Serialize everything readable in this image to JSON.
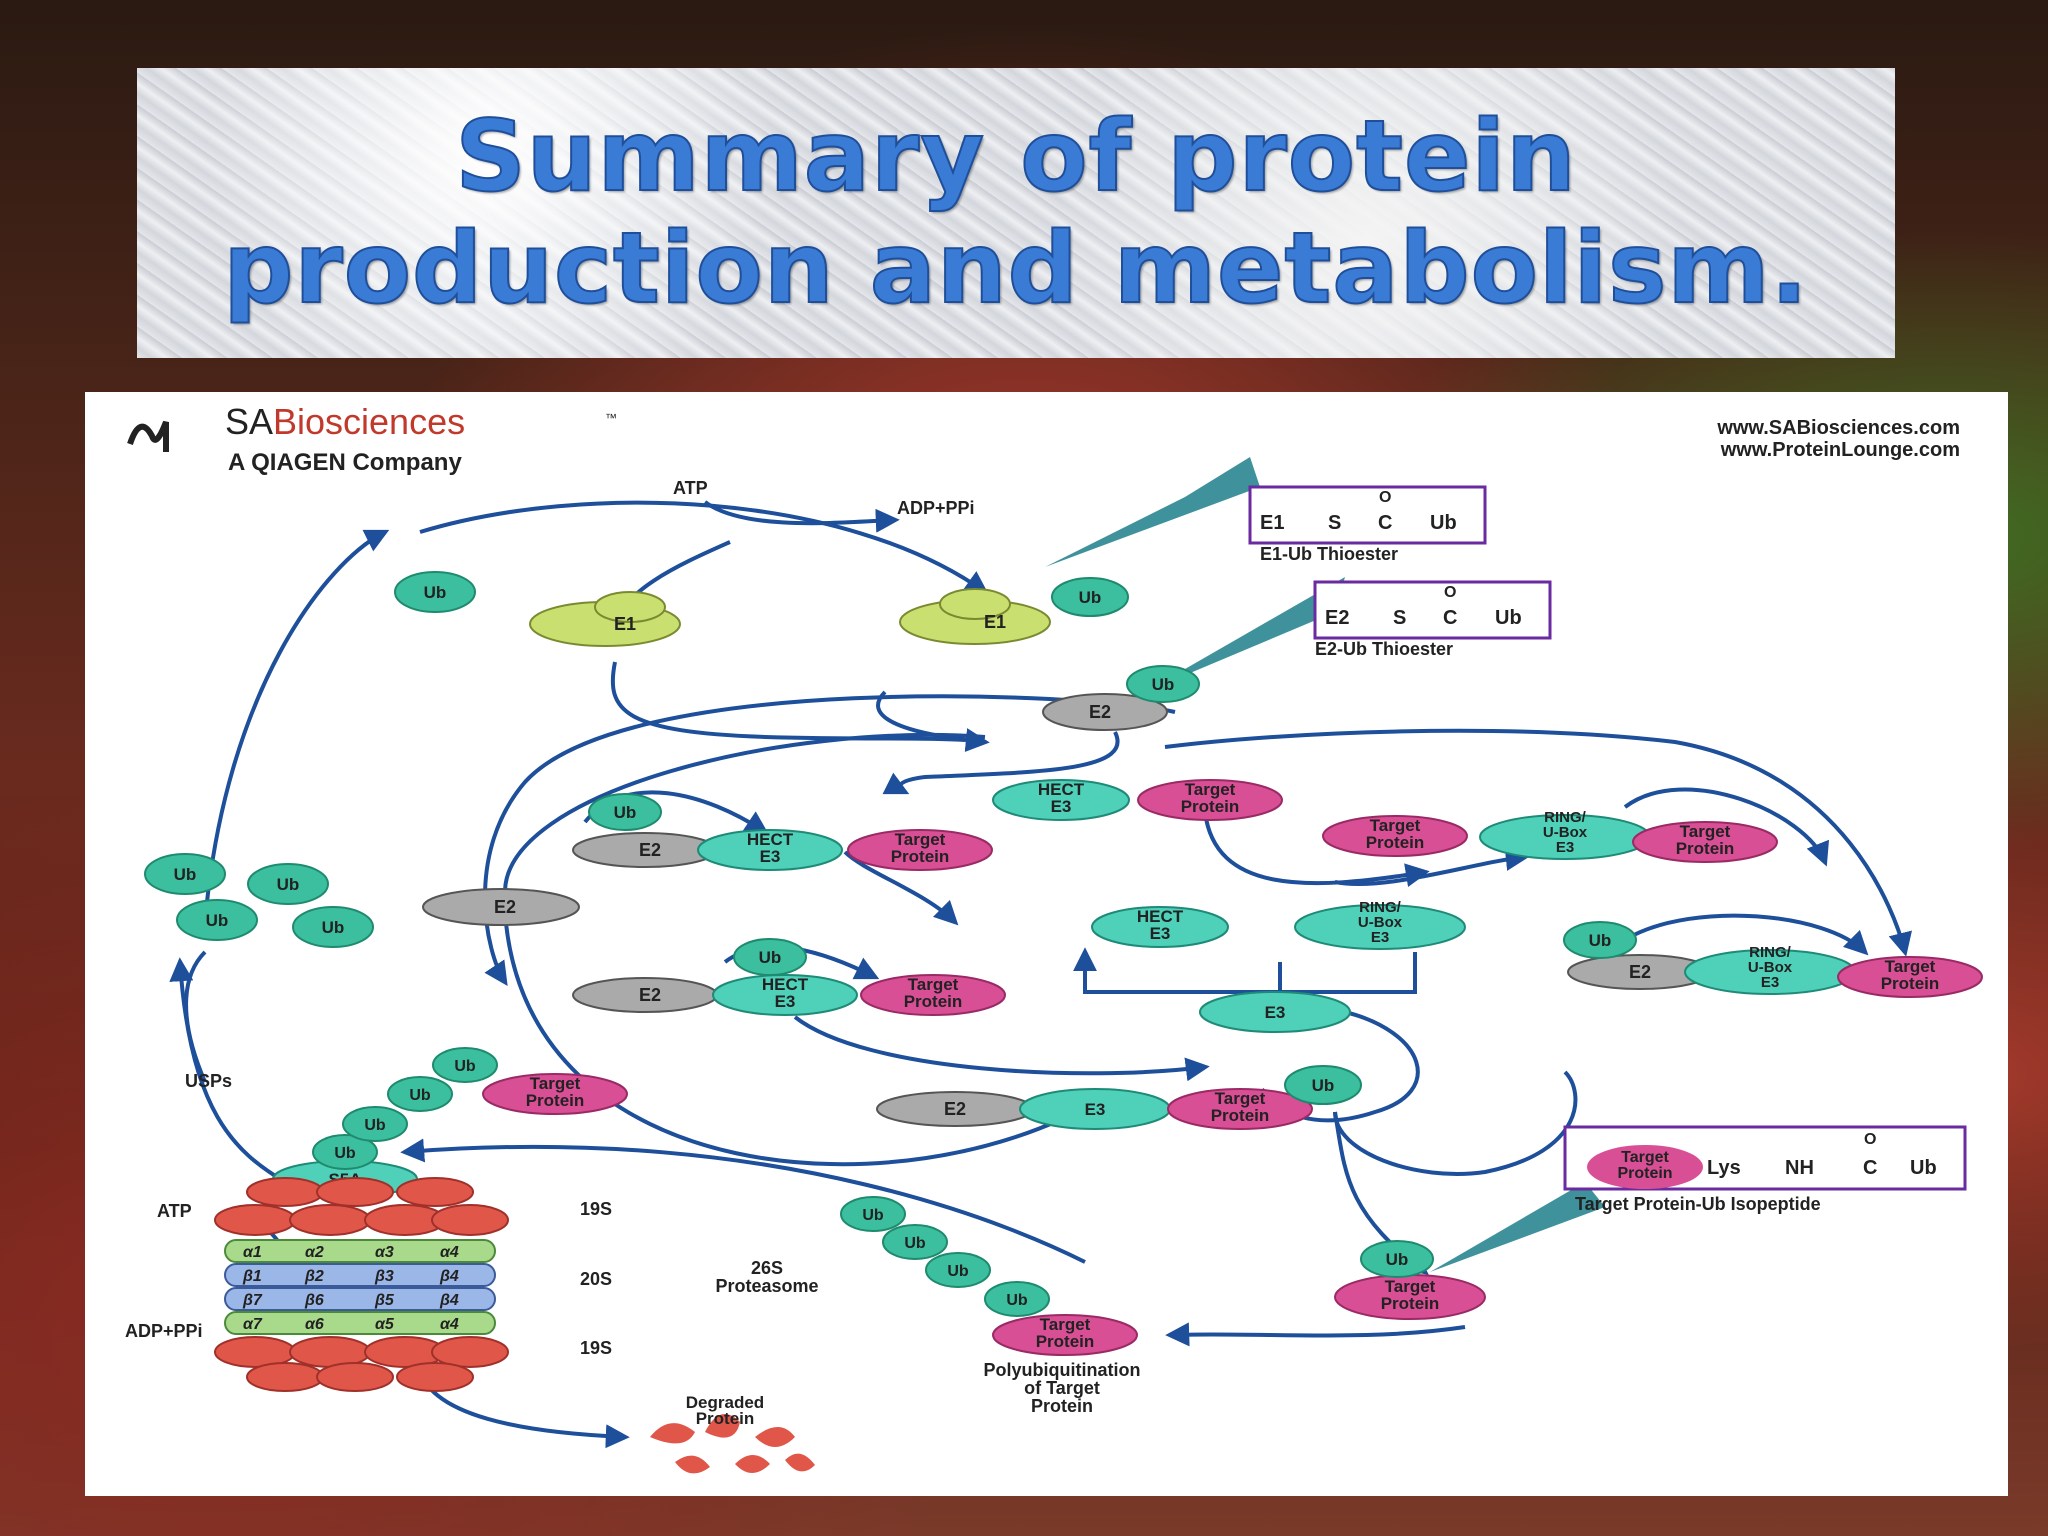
{
  "slide": {
    "title": "Summary of protein production and metabolism."
  },
  "figure": {
    "brand": {
      "name_sa": "SA",
      "name_bio": "Biosciences",
      "tm": "™",
      "subtitle": "A QIAGEN Company"
    },
    "urls": [
      "www.SABiosciences.com",
      "www.ProteinLounge.com"
    ],
    "labels": {
      "atp": "ATP",
      "adp_ppi": "ADP+PPi",
      "ub": "Ub",
      "e1": "E1",
      "e2": "E2",
      "e3": "E3",
      "hect_e3": [
        "HECT",
        "E3"
      ],
      "ring_ubox_e3": [
        "RING/",
        "U-Box",
        "E3"
      ],
      "target_protein": [
        "Target",
        "Protein"
      ],
      "usps": "USPs",
      "s5a": "S5A",
      "rp19s": "19S",
      "cp20s": "20S",
      "proteasome_26s": [
        "26S",
        "Proteasome"
      ],
      "degraded_protein": [
        "Degraded",
        "Protein"
      ],
      "polyubiquitination": [
        "Polyubiquitination",
        "of Target",
        "Protein"
      ],
      "ring_alpha_top": [
        "α1",
        "α2",
        "α3",
        "α4"
      ],
      "ring_beta_top": [
        "β1",
        "β2",
        "β3",
        "β4"
      ],
      "ring_beta_bottom": [
        "β7",
        "β6",
        "β5",
        "β4"
      ],
      "ring_alpha_bottom": [
        "α7",
        "α6",
        "α5",
        "α4"
      ]
    },
    "insets": {
      "e1_thioester": {
        "formula": [
          "E1",
          "S",
          "C",
          "Ub",
          "O"
        ],
        "caption": "E1-Ub Thioester"
      },
      "e2_thioester": {
        "formula": [
          "E2",
          "S",
          "C",
          "Ub",
          "O"
        ],
        "caption": "E2-Ub Thioester"
      },
      "isopeptide": {
        "formula": [
          "Target",
          "Protein",
          "Lys",
          "NH",
          "C",
          "Ub",
          "O"
        ],
        "caption": "Target Protein-Ub Isopeptide"
      }
    },
    "colors": {
      "ub": "#3cbf9f",
      "e1": "#c9e070",
      "e2": "#9a9a9a",
      "e3": "#4fd0b8",
      "target": "#d94f95",
      "arrow": "#1d4f9a",
      "proteasome_red": "#e0574a",
      "inset_border": "#6a2aa0"
    }
  }
}
